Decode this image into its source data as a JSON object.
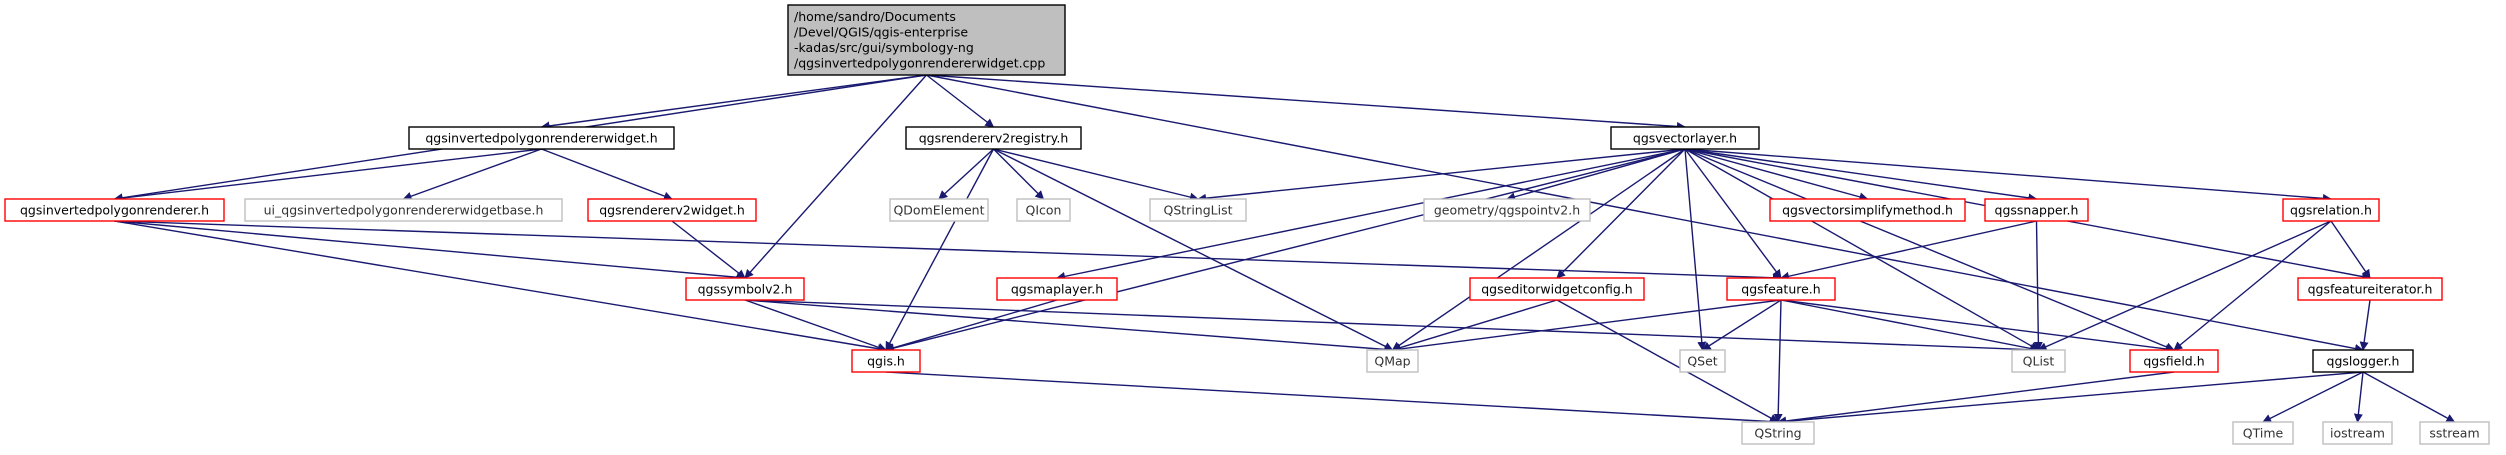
{
  "colors": {
    "edge": "#191970",
    "border_default": "#000000",
    "border_red": "#ff0000",
    "border_gray": "#bfbfbf",
    "root_fill": "#bfbfbf",
    "fill": "#ffffff"
  },
  "nodes": [
    {
      "id": "root",
      "style": "root",
      "lines": [
        "/home/sandro/Documents",
        "/Devel/QGIS/qgis-enterprise",
        "-kadas/src/gui/symbology-ng",
        "/qgsinvertedpolygonrendererwidget.cpp"
      ]
    },
    {
      "id": "widget_h",
      "style": "default",
      "lines": [
        "qgsinvertedpolygonrendererwidget.h"
      ]
    },
    {
      "id": "registry",
      "style": "default",
      "lines": [
        "qgsrendererv2registry.h"
      ]
    },
    {
      "id": "vectorlayer",
      "style": "default",
      "lines": [
        "qgsvectorlayer.h"
      ]
    },
    {
      "id": "invrenderer",
      "style": "red",
      "lines": [
        "qgsinvertedpolygonrenderer.h"
      ]
    },
    {
      "id": "ui_base",
      "style": "gray",
      "lines": [
        "ui_qgsinvertedpolygonrendererwidgetbase.h"
      ]
    },
    {
      "id": "rendererwidget",
      "style": "red",
      "lines": [
        "qgsrendererv2widget.h"
      ]
    },
    {
      "id": "qdomelement",
      "style": "gray",
      "lines": [
        "QDomElement"
      ]
    },
    {
      "id": "qicon",
      "style": "gray",
      "lines": [
        "QIcon"
      ]
    },
    {
      "id": "qstringlist",
      "style": "gray",
      "lines": [
        "QStringList"
      ]
    },
    {
      "id": "pointv2",
      "style": "gray",
      "lines": [
        "geometry/qgspointv2.h"
      ]
    },
    {
      "id": "simplify",
      "style": "red",
      "lines": [
        "qgsvectorsimplifymethod.h"
      ]
    },
    {
      "id": "snapper",
      "style": "red",
      "lines": [
        "qgssnapper.h"
      ]
    },
    {
      "id": "relation",
      "style": "red",
      "lines": [
        "qgsrelation.h"
      ]
    },
    {
      "id": "symbolv2",
      "style": "red",
      "lines": [
        "qgssymbolv2.h"
      ]
    },
    {
      "id": "maplayer",
      "style": "red",
      "lines": [
        "qgsmaplayer.h"
      ]
    },
    {
      "id": "editorwidget",
      "style": "red",
      "lines": [
        "qgseditorwidgetconfig.h"
      ]
    },
    {
      "id": "feature",
      "style": "red",
      "lines": [
        "qgsfeature.h"
      ]
    },
    {
      "id": "featureiter",
      "style": "red",
      "lines": [
        "qgsfeatureiterator.h"
      ]
    },
    {
      "id": "qgis",
      "style": "red",
      "lines": [
        "qgis.h"
      ]
    },
    {
      "id": "qmap",
      "style": "gray",
      "lines": [
        "QMap"
      ]
    },
    {
      "id": "qset",
      "style": "gray",
      "lines": [
        "QSet"
      ]
    },
    {
      "id": "qlist",
      "style": "gray",
      "lines": [
        "QList"
      ]
    },
    {
      "id": "field",
      "style": "red",
      "lines": [
        "qgsfield.h"
      ]
    },
    {
      "id": "logger",
      "style": "default",
      "lines": [
        "qgslogger.h"
      ]
    },
    {
      "id": "qstring",
      "style": "gray",
      "lines": [
        "QString"
      ]
    },
    {
      "id": "qtime",
      "style": "gray",
      "lines": [
        "QTime"
      ]
    },
    {
      "id": "iostream",
      "style": "gray",
      "lines": [
        "iostream"
      ]
    },
    {
      "id": "sstream",
      "style": "gray",
      "lines": [
        "sstream"
      ]
    }
  ],
  "edges": [
    [
      "root",
      "widget_h"
    ],
    [
      "root",
      "registry"
    ],
    [
      "root",
      "vectorlayer"
    ],
    [
      "root",
      "invrenderer"
    ],
    [
      "root",
      "symbolv2"
    ],
    [
      "root",
      "logger"
    ],
    [
      "widget_h",
      "invrenderer"
    ],
    [
      "widget_h",
      "ui_base"
    ],
    [
      "widget_h",
      "rendererwidget"
    ],
    [
      "registry",
      "qdomelement"
    ],
    [
      "registry",
      "qicon"
    ],
    [
      "registry",
      "qstringlist"
    ],
    [
      "registry",
      "qgis"
    ],
    [
      "registry",
      "qmap"
    ],
    [
      "vectorlayer",
      "qstringlist"
    ],
    [
      "vectorlayer",
      "pointv2"
    ],
    [
      "vectorlayer",
      "simplify"
    ],
    [
      "vectorlayer",
      "snapper"
    ],
    [
      "vectorlayer",
      "relation"
    ],
    [
      "vectorlayer",
      "maplayer"
    ],
    [
      "vectorlayer",
      "editorwidget"
    ],
    [
      "vectorlayer",
      "feature"
    ],
    [
      "vectorlayer",
      "featureiter"
    ],
    [
      "vectorlayer",
      "qgis"
    ],
    [
      "vectorlayer",
      "qmap"
    ],
    [
      "vectorlayer",
      "qset"
    ],
    [
      "vectorlayer",
      "qlist"
    ],
    [
      "vectorlayer",
      "field"
    ],
    [
      "invrenderer",
      "symbolv2"
    ],
    [
      "invrenderer",
      "feature"
    ],
    [
      "invrenderer",
      "qgis"
    ],
    [
      "rendererwidget",
      "symbolv2"
    ],
    [
      "symbolv2",
      "qgis"
    ],
    [
      "symbolv2",
      "qmap"
    ],
    [
      "symbolv2",
      "qlist"
    ],
    [
      "maplayer",
      "qgis"
    ],
    [
      "editorwidget",
      "qmap"
    ],
    [
      "editorwidget",
      "qstring"
    ],
    [
      "snapper",
      "feature"
    ],
    [
      "snapper",
      "qlist"
    ],
    [
      "relation",
      "featureiter"
    ],
    [
      "relation",
      "qlist"
    ],
    [
      "relation",
      "field"
    ],
    [
      "feature",
      "qmap"
    ],
    [
      "feature",
      "qset"
    ],
    [
      "feature",
      "qlist"
    ],
    [
      "feature",
      "field"
    ],
    [
      "feature",
      "qstring"
    ],
    [
      "featureiter",
      "logger"
    ],
    [
      "qgis",
      "qstring"
    ],
    [
      "field",
      "qstring"
    ],
    [
      "logger",
      "qstring"
    ],
    [
      "logger",
      "qtime"
    ],
    [
      "logger",
      "iostream"
    ],
    [
      "logger",
      "sstream"
    ]
  ]
}
